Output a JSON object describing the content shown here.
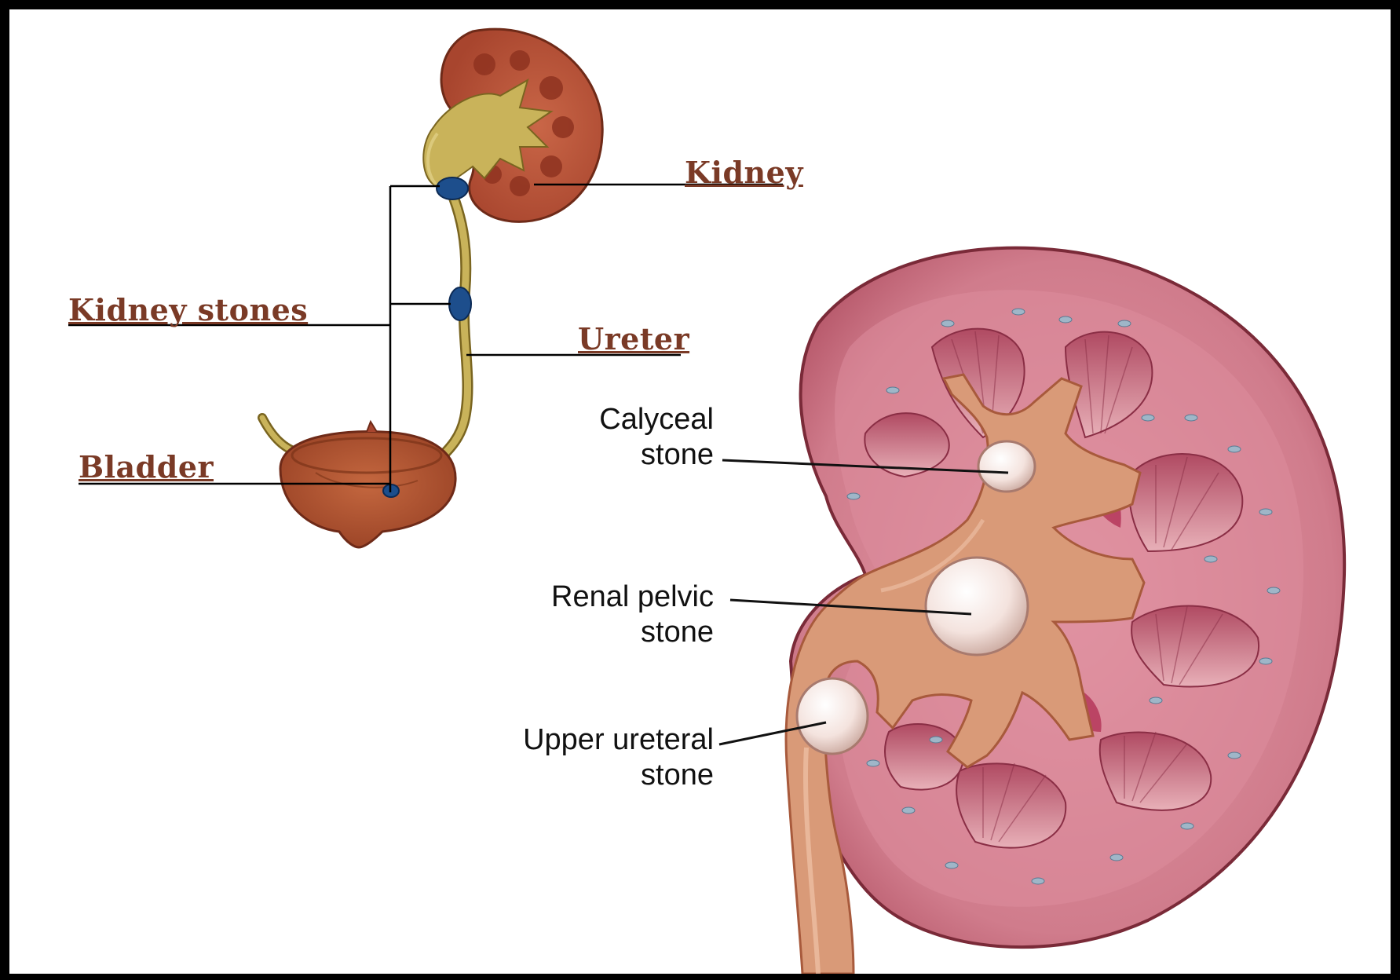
{
  "labels": {
    "kidney": "Kidney",
    "kidney_stones": "Kidney stones",
    "ureter": "Ureter",
    "bladder": "Bladder",
    "calyceal_1": "Calyceal",
    "calyceal_2": "stone",
    "renal_1": "Renal pelvic",
    "renal_2": "stone",
    "upper_1": "Upper ureteral",
    "upper_2": "stone"
  },
  "colors": {
    "label_brown": "#7a3a26",
    "kidney_red": "#b8543a",
    "stone_blue": "#1d4e8c",
    "cortex_pink": "#d27a8c",
    "pelvis_tan": "#d99a78"
  }
}
